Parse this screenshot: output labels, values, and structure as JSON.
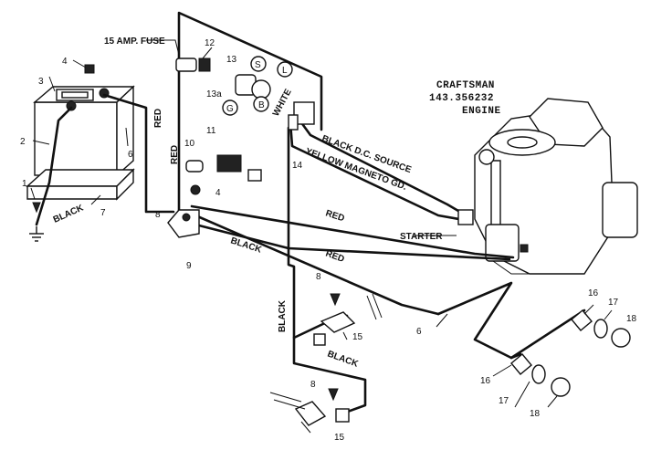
{
  "title": {
    "brand": "CRAFTSMAN",
    "model": "143.356232",
    "part": "ENGINE"
  },
  "labels": {
    "fuse": "15 AMP. FUSE",
    "white": "WHITE",
    "red_battery": "RED",
    "red_left": "RED",
    "red_mid": "RED",
    "red_low": "RED",
    "black_ground": "BLACK",
    "black_solenoid": "BLACK",
    "black_dc": "BLACK  D.C. SOURCE",
    "yellow": "YELLOW  MAGNETO GD.",
    "black_vertical": "BLACK",
    "black_lower": "BLACK",
    "starter": "STARTER"
  },
  "switch_terminals": {
    "s": "S",
    "l": "L",
    "b": "B",
    "g": "G"
  },
  "callouts": {
    "n1": "1",
    "n2": "2",
    "n3": "3",
    "n4a": "4",
    "n4b": "4",
    "n6a": "6",
    "n6b": "6",
    "n7": "7",
    "n8a": "8",
    "n8b": "8",
    "n8c": "8",
    "n9": "9",
    "n10": "10",
    "n11": "11",
    "n12": "12",
    "n13": "13",
    "n13a": "13a",
    "n14": "14",
    "n15a": "15",
    "n15b": "15",
    "n16a": "16",
    "n16b": "16",
    "n17a": "17",
    "n17b": "17",
    "n18a": "18",
    "n18b": "18"
  }
}
